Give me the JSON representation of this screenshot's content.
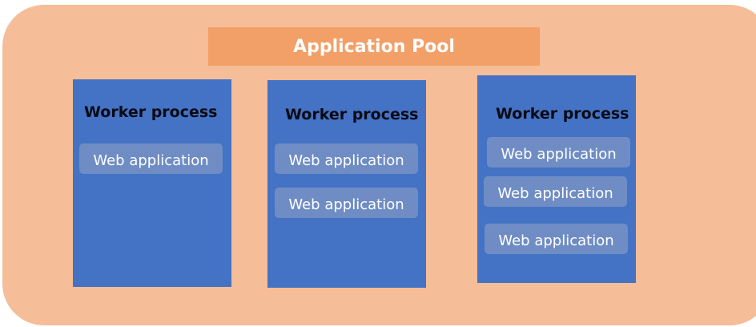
{
  "pool": {
    "title": "Application Pool"
  },
  "workers": [
    {
      "title": "Worker process",
      "apps": [
        "Web application"
      ]
    },
    {
      "title": "Worker process",
      "apps": [
        "Web application",
        "Web application"
      ]
    },
    {
      "title": "Worker process",
      "apps": [
        "Web application",
        "Web application",
        "Web application"
      ]
    }
  ],
  "colors": {
    "pool_background": "#f5bd98",
    "pool_title_background": "#f2a068",
    "worker_background": "#4472c4",
    "web_app_background": "#6f8dc4"
  }
}
